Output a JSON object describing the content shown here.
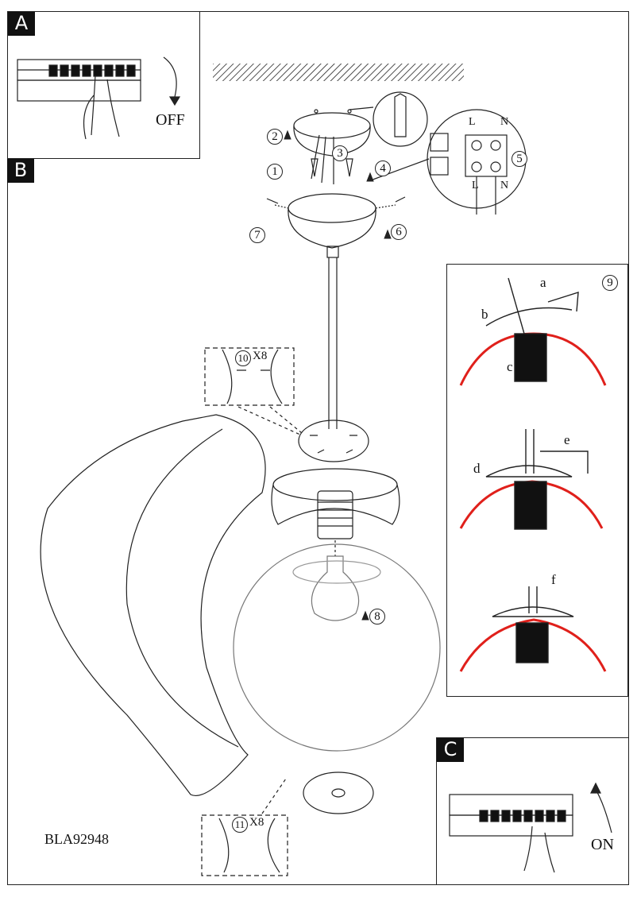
{
  "sections": {
    "a": "A",
    "b": "B",
    "c": "C"
  },
  "switch_off_label": "OFF",
  "switch_on_label": "ON",
  "steps": {
    "s1": "1",
    "s2": "2",
    "s3": "3",
    "s4": "4",
    "s5": "5",
    "s6": "6",
    "s7": "7",
    "s8": "8",
    "s9": "9",
    "s10": "10",
    "s11": "11"
  },
  "multipliers": {
    "s10": "X8",
    "s11": "X8"
  },
  "terminal_labels": {
    "l": "L",
    "n": "N"
  },
  "detail_letters": {
    "a": "a",
    "b": "b",
    "c": "c",
    "d": "d",
    "e": "e",
    "f": "f"
  },
  "model_code": "BLA92948",
  "colors": {
    "line": "#222222",
    "accent": "#e0201b"
  }
}
